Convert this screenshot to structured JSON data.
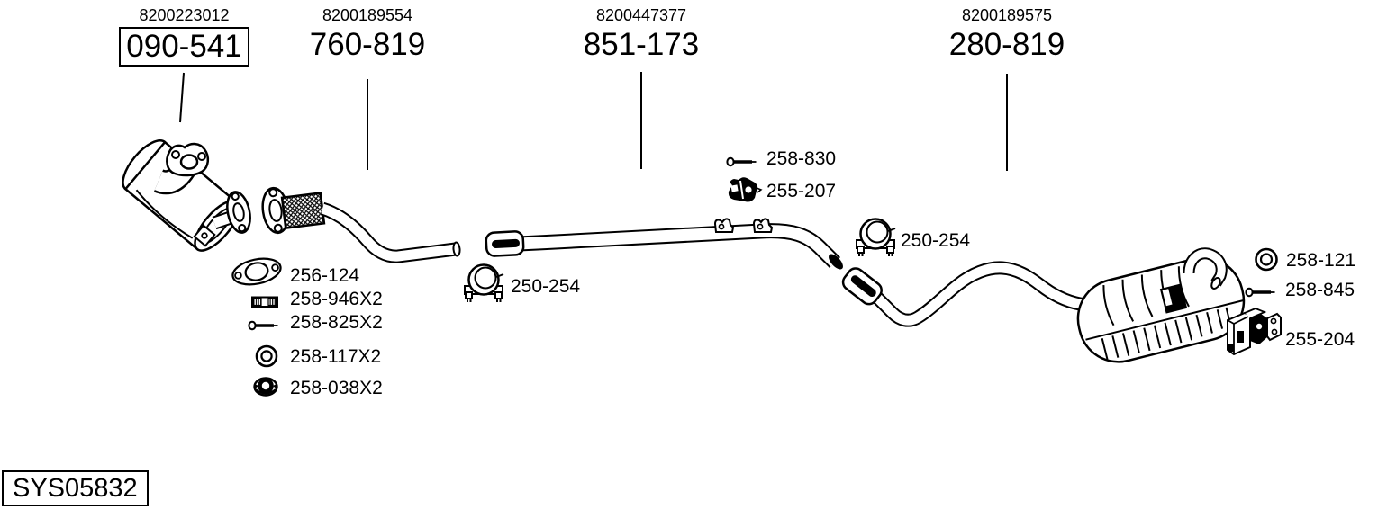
{
  "colors": {
    "ink": "#000000",
    "background": "#ffffff"
  },
  "system_code": "SYS05832",
  "assemblies": [
    {
      "oem": "8200223012",
      "code": "090-541",
      "boxed": true
    },
    {
      "oem": "8200189554",
      "code": "760-819",
      "boxed": false
    },
    {
      "oem": "8200447377",
      "code": "851-173",
      "boxed": false
    },
    {
      "oem": "8200189575",
      "code": "280-819",
      "boxed": false
    }
  ],
  "callouts": [
    {
      "code": "256-124",
      "icon": "gasket-icon"
    },
    {
      "code": "258-946X2",
      "icon": "coupling-sleeve-icon"
    },
    {
      "code": "258-825X2",
      "icon": "bolt-icon"
    },
    {
      "code": "258-117X2",
      "icon": "washer-ring-icon"
    },
    {
      "code": "258-038X2",
      "icon": "flange-nut-icon"
    },
    {
      "code": "250-254",
      "icon": "pipe-clamp-icon"
    },
    {
      "code": "258-830",
      "icon": "bolt-icon"
    },
    {
      "code": "255-207",
      "icon": "rubber-mount-icon"
    },
    {
      "code": "250-254",
      "icon": "pipe-clamp-icon"
    },
    {
      "code": "258-121",
      "icon": "washer-ring-icon"
    },
    {
      "code": "258-845",
      "icon": "bolt-icon"
    },
    {
      "code": "255-204",
      "icon": "hanger-bracket-icon"
    }
  ]
}
